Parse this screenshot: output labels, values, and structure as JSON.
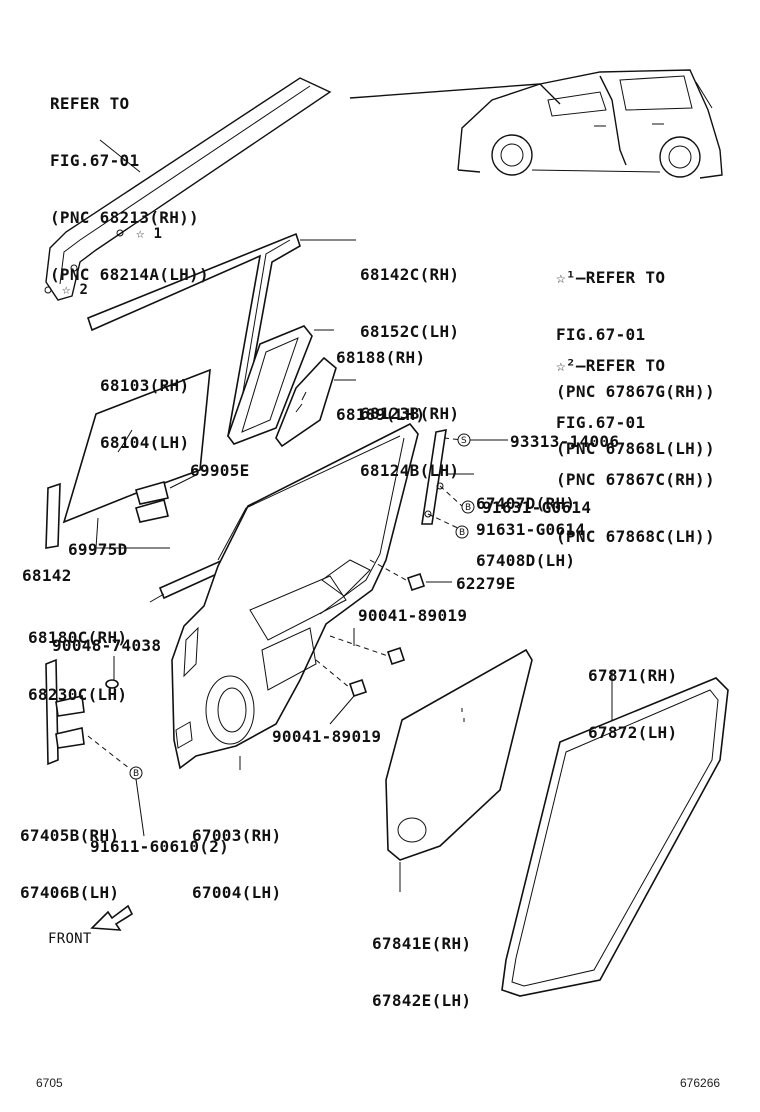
{
  "callouts": {
    "refer_main": [
      "REFER TO",
      "FIG.67-01",
      "(PNC 68213(RH))",
      "(PNC 68214A(LH))"
    ],
    "refer_star1": [
      "☆¹—REFER TO",
      "FIG.67-01",
      "(PNC 67867G(RH))",
      "(PNC 67868L(LH))"
    ],
    "refer_star2": [
      "☆²—REFER TO",
      "FIG.67-01",
      "(PNC 67867C(RH))",
      "(PNC 67868C(LH))"
    ],
    "star1_mark": "☆ 1",
    "star2_mark": "☆ 2",
    "p68142C": [
      "68142C(RH)",
      "68152C(LH)"
    ],
    "p68188": [
      "68188(RH)",
      "68189(LH)"
    ],
    "p68103": [
      "68103(RH)",
      "68104(LH)"
    ],
    "p68123B": [
      "68123B(RH)",
      "68124B(LH)"
    ],
    "p69905E": "69905E",
    "p69975D": "69975D",
    "p68142": "68142",
    "p68180C": [
      "68180C(RH)",
      "68230C(LH)"
    ],
    "p93313": "93313-14006",
    "p67407D": [
      "67407D(RH)",
      "67408D(LH)"
    ],
    "p91631a": "91631-G0614",
    "p91631b": "91631-G0614",
    "p62279E": "62279E",
    "p90041a": "90041-89019",
    "p90048": "90048-74038",
    "p67871": [
      "67871(RH)",
      "67872(LH)"
    ],
    "p90041b": "90041-89019",
    "p67405B": [
      "67405B(RH)",
      "67406B(LH)"
    ],
    "p67003": [
      "67003(RH)",
      "67004(LH)"
    ],
    "p91611": "91611-60610(2)",
    "p67841E": [
      "67841E(RH)",
      "67842E(LH)"
    ],
    "front": "FRONT",
    "circle_s": "S",
    "circle_b": "B"
  },
  "footer": {
    "left_code": "6705",
    "right_code": "676266"
  }
}
